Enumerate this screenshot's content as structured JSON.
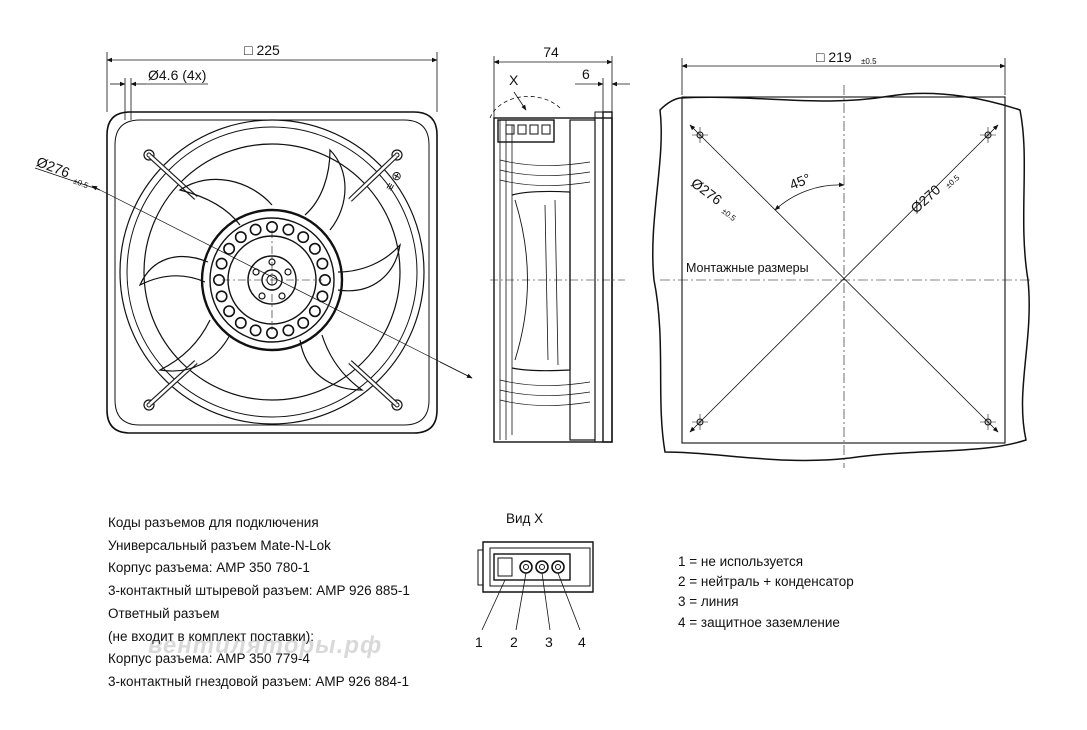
{
  "dims": {
    "width_label": "□ 225",
    "hole_label": "Ø4.6 (4x)",
    "dia_front": "Ø276",
    "dia_front_tol": "±0.5",
    "depth_label": "74",
    "flange_label": "6",
    "view_marker": "X",
    "mount_square": "□ 219",
    "mount_square_tol": "±0.5",
    "mount_dia1": "Ø276",
    "mount_dia1_tol": "±0.5",
    "mount_dia2": "Ø270",
    "mount_dia2_tol": "±0.5",
    "angle": "45°",
    "mount_caption": "Монтажные размеры"
  },
  "connector_codes": {
    "lines": [
      "Коды разъемов для подключения",
      "Универсальный разъем Mate-N-Lok",
      "Корпус разъема: AMP 350 780-1",
      "3-контактный штыревой разъем: AMP 926 885-1",
      "Ответный разъем",
      "(не входит в комплект поставки):",
      "Корпус разъема: AMP 350 779-4",
      "3-контактный гнездовой разъем: AMP 926 884-1"
    ]
  },
  "view_x": {
    "title": "Вид X",
    "pins": [
      "1",
      "2",
      "3",
      "4"
    ]
  },
  "pin_legend": {
    "items": [
      "1 = не используется",
      "2 = нейтраль + конденсатор",
      "3 = линия",
      "4 = защитное заземление"
    ]
  },
  "watermark": "вентиляторы.рф"
}
